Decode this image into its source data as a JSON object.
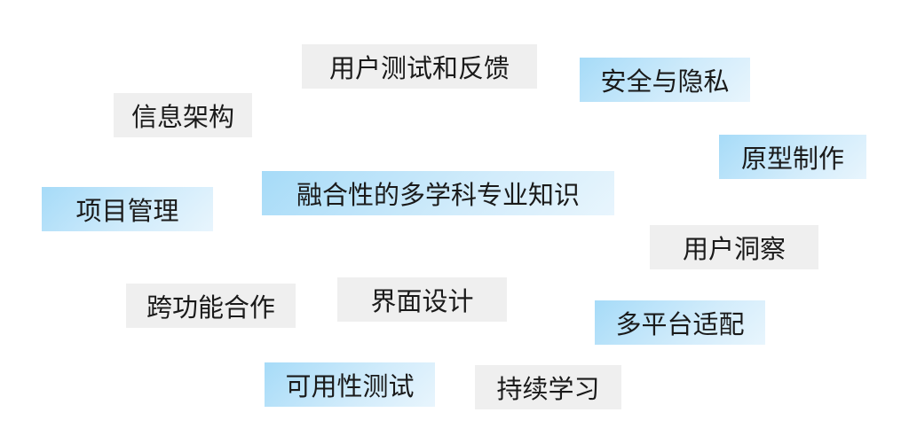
{
  "tags": [
    {
      "label": "用户测试和反馈",
      "style": "gray"
    },
    {
      "label": "安全与隐私",
      "style": "blue"
    },
    {
      "label": "信息架构",
      "style": "gray"
    },
    {
      "label": "原型制作",
      "style": "blue"
    },
    {
      "label": "融合性的多学科专业知识",
      "style": "blue"
    },
    {
      "label": "项目管理",
      "style": "blue"
    },
    {
      "label": "用户洞察",
      "style": "gray"
    },
    {
      "label": "跨功能合作",
      "style": "gray"
    },
    {
      "label": "界面设计",
      "style": "gray"
    },
    {
      "label": "多平台适配",
      "style": "blue"
    },
    {
      "label": "可用性测试",
      "style": "blue"
    },
    {
      "label": "持续学习",
      "style": "gray"
    }
  ],
  "colors": {
    "gray": "#efefef",
    "blue_start": "#a6dbf8",
    "blue_end": "#e8f5fd"
  }
}
